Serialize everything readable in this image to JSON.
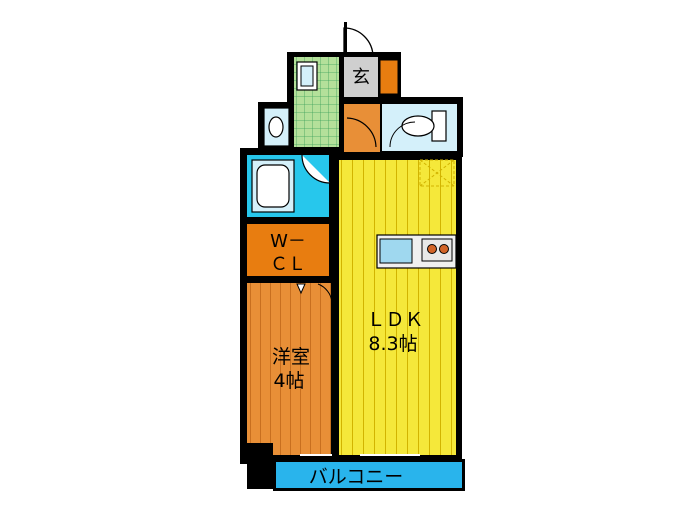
{
  "rooms": {
    "entrance": {
      "label": "玄"
    },
    "walk_in_closet": {
      "line1": "W－",
      "line2": "ＣＬ"
    },
    "western_room": {
      "line1": "洋室",
      "line2": "4帖"
    },
    "ldk": {
      "line1": "ＬＤＫ",
      "line2": "8.3帖"
    },
    "balcony": {
      "label": "バルコニー"
    }
  },
  "colors": {
    "wall": "#000000",
    "ldk_floor": "#f5e83a",
    "ldk_stripe": "#d2b400",
    "western_floor": "#e88f37",
    "closet_floor": "#e87d10",
    "bath_floor": "#27c7ec",
    "balcony_floor": "#29b4ec",
    "washroom_tile": "#b4e09a",
    "entrance_floor": "#cfcfcf",
    "toilet_floor": "#d4f0fa",
    "kitchen_counter": "#9fd8ef"
  }
}
